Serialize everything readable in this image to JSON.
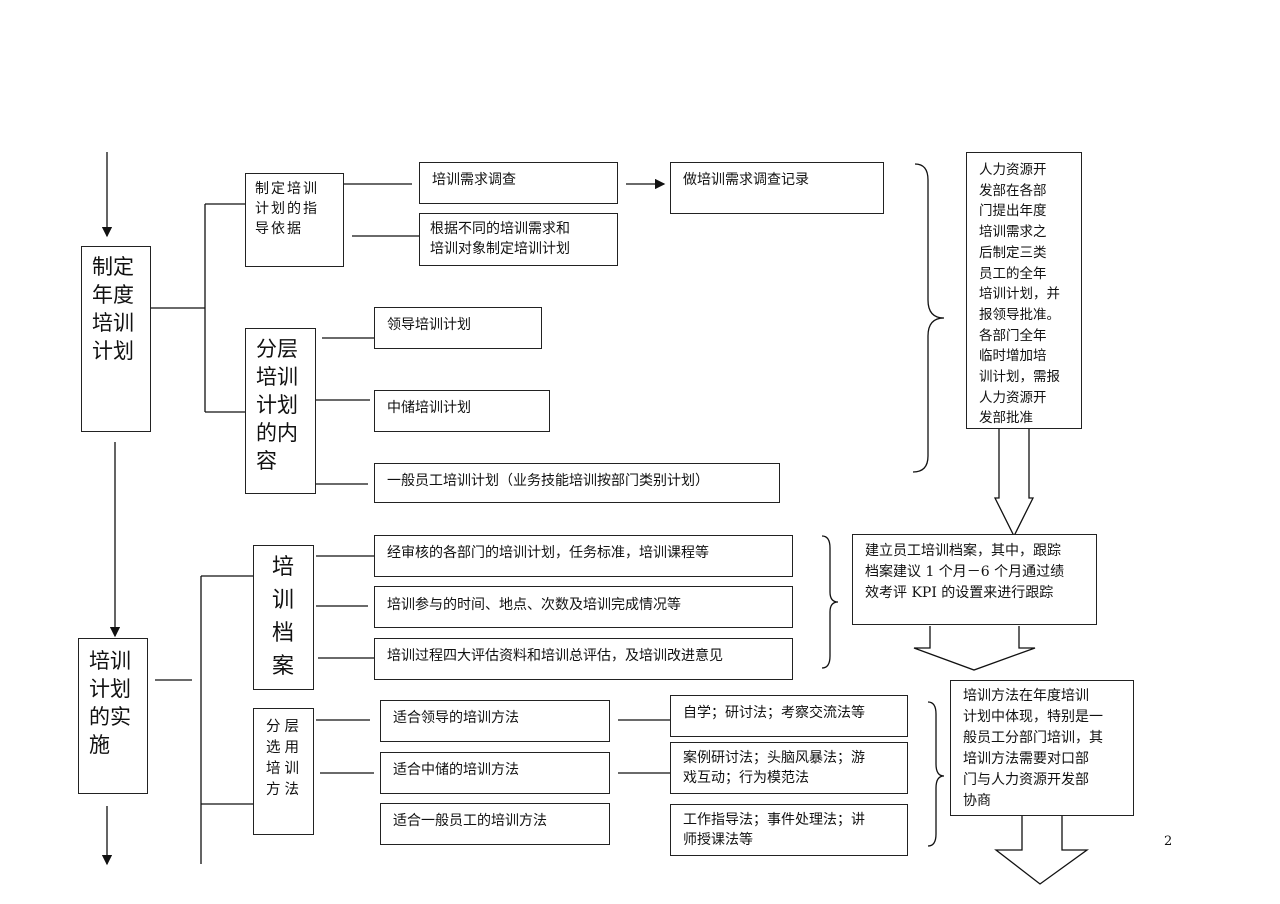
{
  "main_steps": {
    "plan": "制定\n年度\n培训\n计划",
    "implement": "培训\n计划\n的实\n施"
  },
  "plan_basis": {
    "label": "制定培训\n计划的指\n导依据",
    "survey": "培训需求调查",
    "record": "做培训需求调查记录",
    "make_plan": "根据不同的培训需求和\n培训对象制定培训计划"
  },
  "layered_content": {
    "label": "分层\n培训\n计划\n的内\n容",
    "items": [
      "领导培训计划",
      "中储培训计划",
      "一般员工培训计划（业务技能培训按部门类别计划）"
    ]
  },
  "hr_note": "人力资源开\n发部在各部\n门提出年度\n培训需求之\n后制定三类\n员工的全年\n培训计划，并\n报领导批准。\n各部门全年\n临时增加培\n训计划，需报\n人力资源开\n发部批准",
  "archive": {
    "label": "培\n训\n档\n案",
    "items": [
      "经审核的各部门的培训计划，任务标准，培训课程等",
      "培训参与的时间、地点、次数及培训完成情况等",
      "培训过程四大评估资料和培训总评估，及培训改进意见"
    ],
    "note": "建立员工培训档案，其中，跟踪\n档案建议 1 个月－6 个月通过绩\n效考评 KPI 的设置来进行跟踪"
  },
  "methods": {
    "label": "分层\n选用\n培训\n方法",
    "targets": [
      "适合领导的培训方法",
      "适合中储的培训方法",
      "适合一般员工的培训方法"
    ],
    "details": [
      "自学；研讨法；考察交流法等",
      "案例研讨法；头脑风暴法；游\n戏互动；行为模范法",
      "工作指导法；事件处理法；讲\n师授课法等"
    ],
    "note": "培训方法在年度培训\n计划中体现，特别是一\n般员工分部门培训，其\n培训方法需要对口部\n门与人力资源开发部\n协商"
  },
  "page_number": "2"
}
